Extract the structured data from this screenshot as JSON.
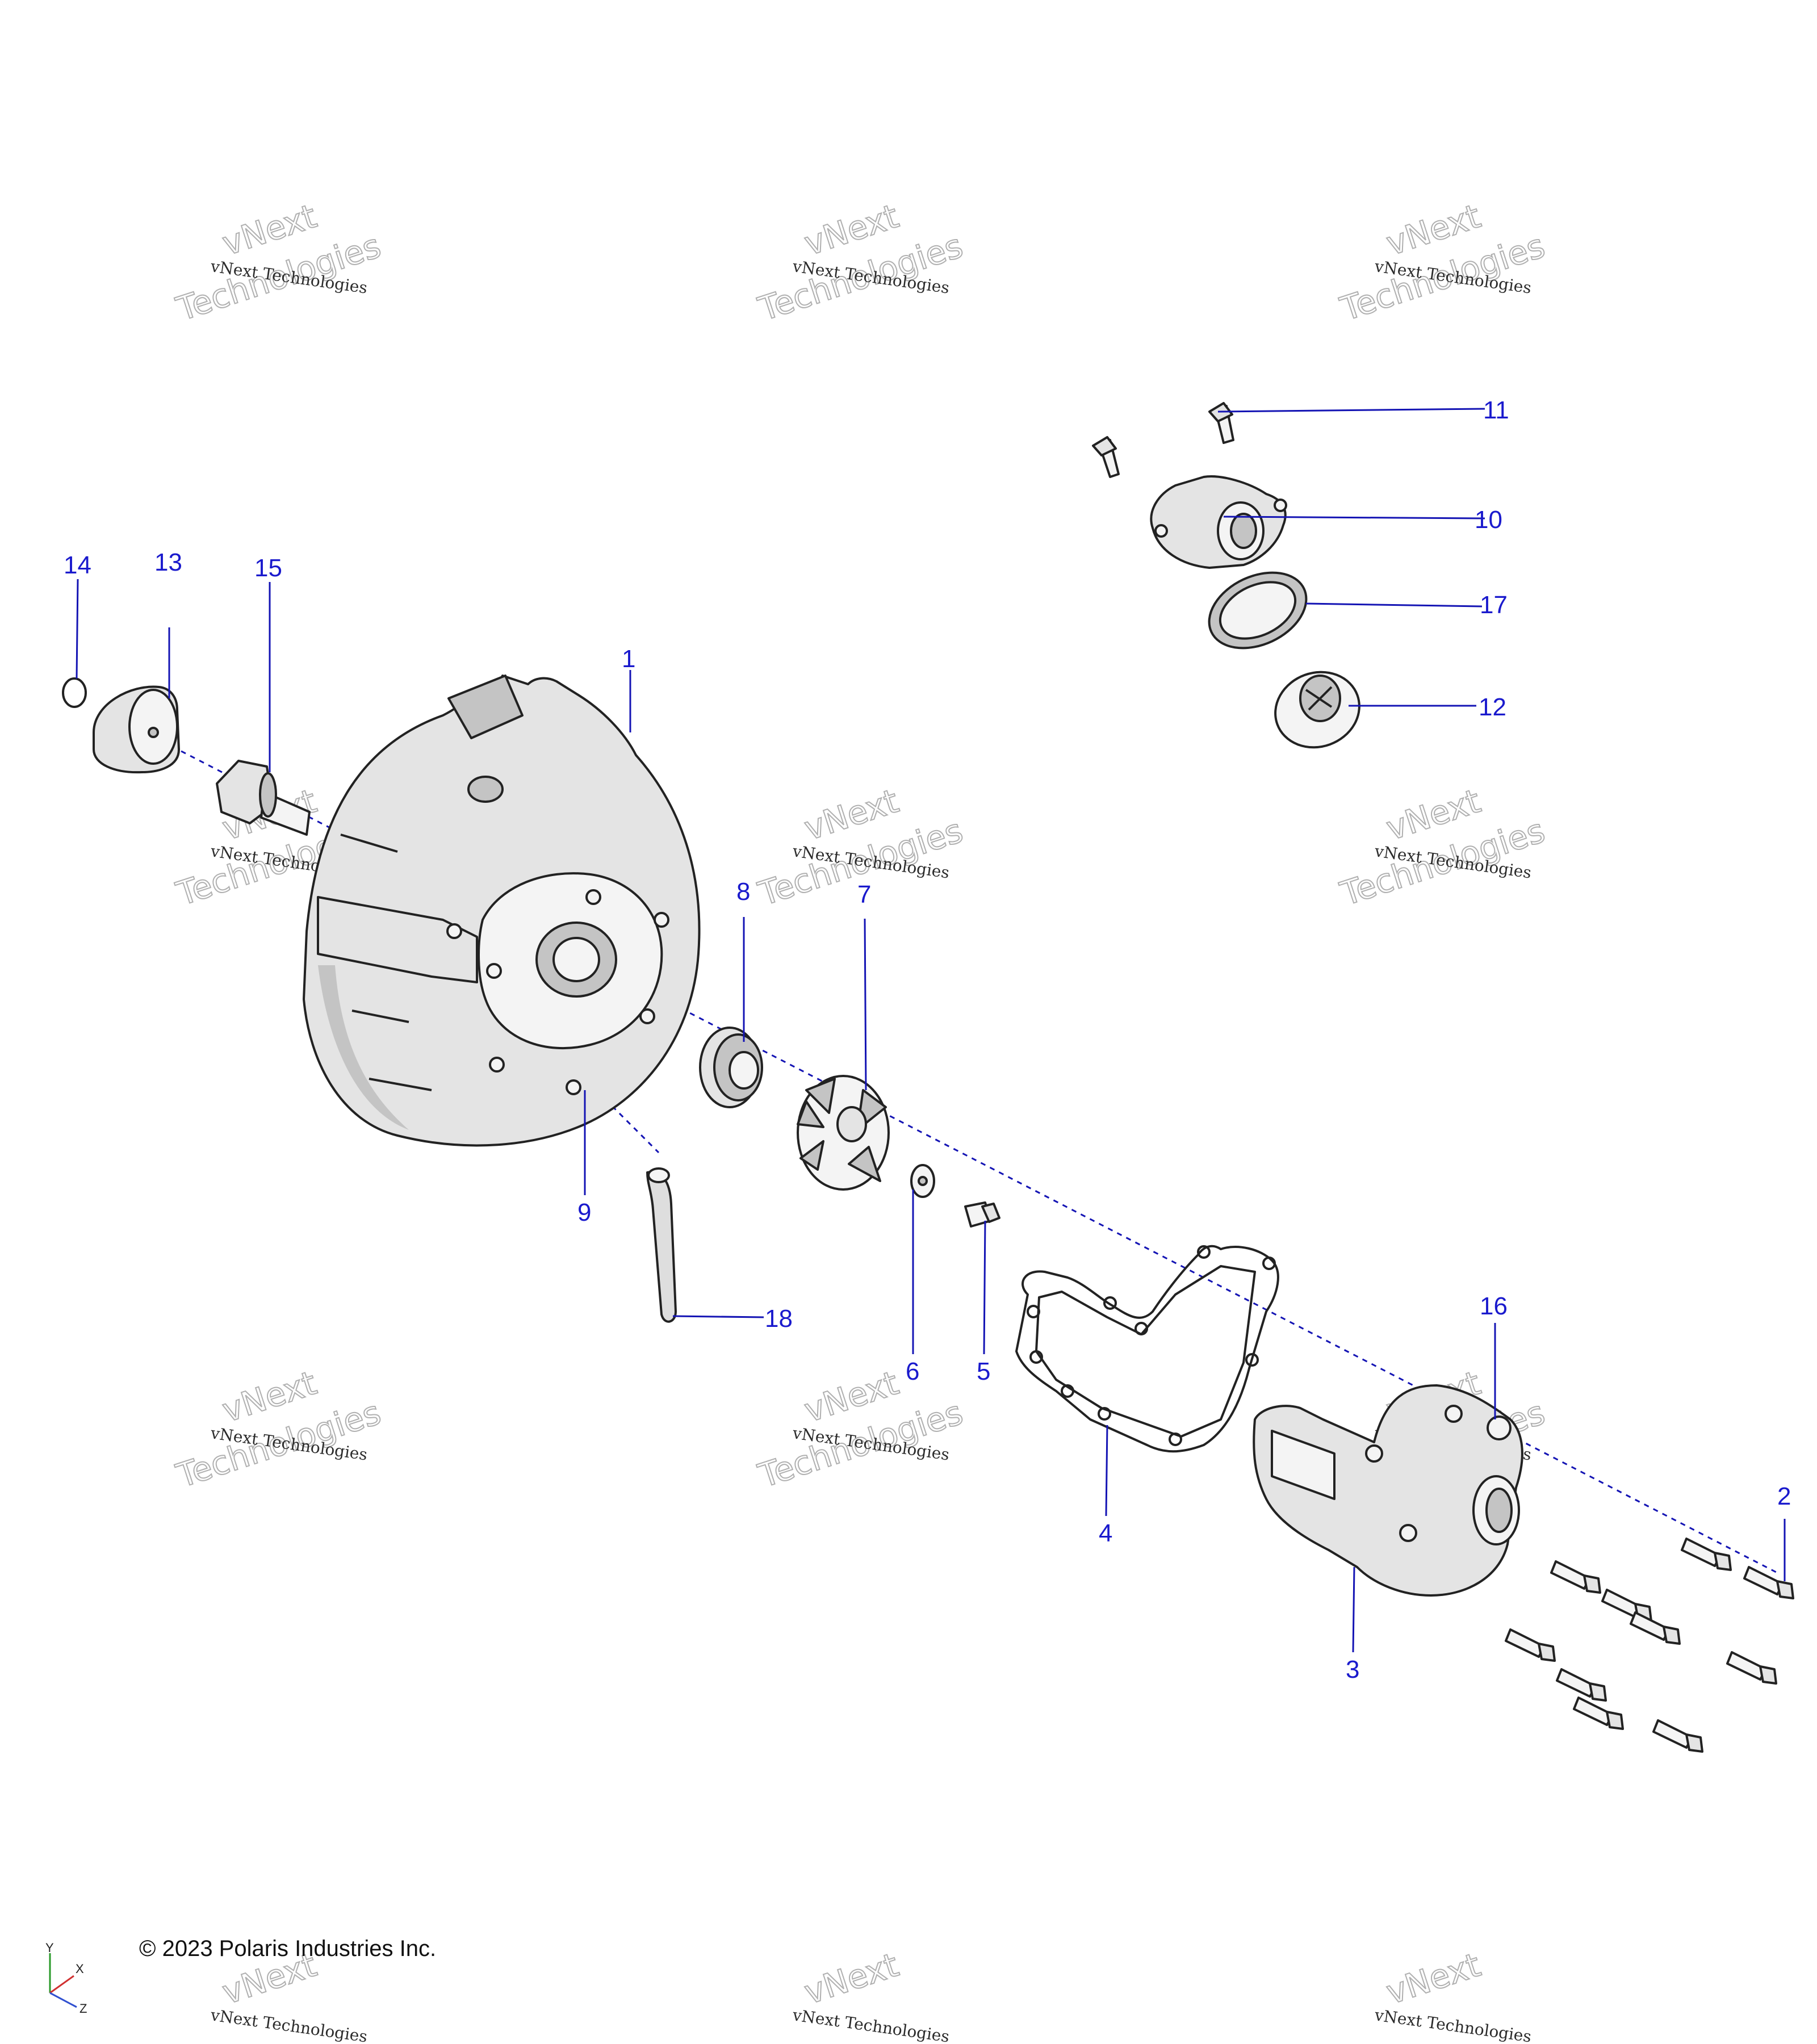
{
  "callouts": [
    {
      "id": "c1",
      "text": "1"
    },
    {
      "id": "c2",
      "text": "2"
    },
    {
      "id": "c3",
      "text": "3"
    },
    {
      "id": "c4",
      "text": "4"
    },
    {
      "id": "c5",
      "text": "5"
    },
    {
      "id": "c6",
      "text": "6"
    },
    {
      "id": "c7",
      "text": "7"
    },
    {
      "id": "c8",
      "text": "8"
    },
    {
      "id": "c9",
      "text": "9"
    },
    {
      "id": "c10",
      "text": "10"
    },
    {
      "id": "c11",
      "text": "11"
    },
    {
      "id": "c12",
      "text": "12"
    },
    {
      "id": "c13",
      "text": "13"
    },
    {
      "id": "c14",
      "text": "14"
    },
    {
      "id": "c15",
      "text": "15"
    },
    {
      "id": "c16",
      "text": "16"
    },
    {
      "id": "c17",
      "text": "17"
    },
    {
      "id": "c18",
      "text": "18"
    }
  ],
  "watermark": {
    "line1": "vNext Technologies",
    "line2": "vNext",
    "line3": "Technologies"
  },
  "copyright": "© 2023 Polaris Industries Inc.",
  "axes": {
    "x": "X",
    "y": "Y",
    "z": "Z"
  },
  "colors": {
    "callout": "#1a1acd",
    "leader": "#1414b4"
  }
}
